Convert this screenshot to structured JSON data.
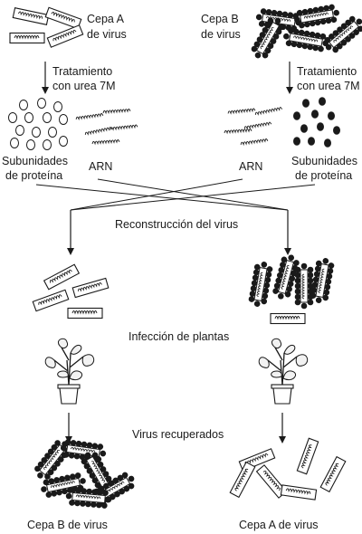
{
  "labels": {
    "strain_a_line1": "Cepa A",
    "strain_a_line2": "de virus",
    "strain_b_line1": "Cepa B",
    "strain_b_line2": "de virus",
    "treatment_left_1": "Tratamiento",
    "treatment_left_2": "con urea 7M",
    "treatment_right_1": "Tratamiento",
    "treatment_right_2": "con urea 7M",
    "subunits_left_1": "Subunidades",
    "subunits_left_2": "de proteína",
    "subunits_right_1": "Subunidades",
    "subunits_right_2": "de proteína",
    "rna_left": "ARN",
    "rna_right": "ARN",
    "reconstruction": "Reconstrucción del virus",
    "infection": "Infección de plantas",
    "recovered": "Virus recuperados",
    "result_left": "Cepa B de virus",
    "result_right": "Cepa A de virus"
  },
  "colors": {
    "ink": "#1a1a1a",
    "background": "#ffffff"
  }
}
